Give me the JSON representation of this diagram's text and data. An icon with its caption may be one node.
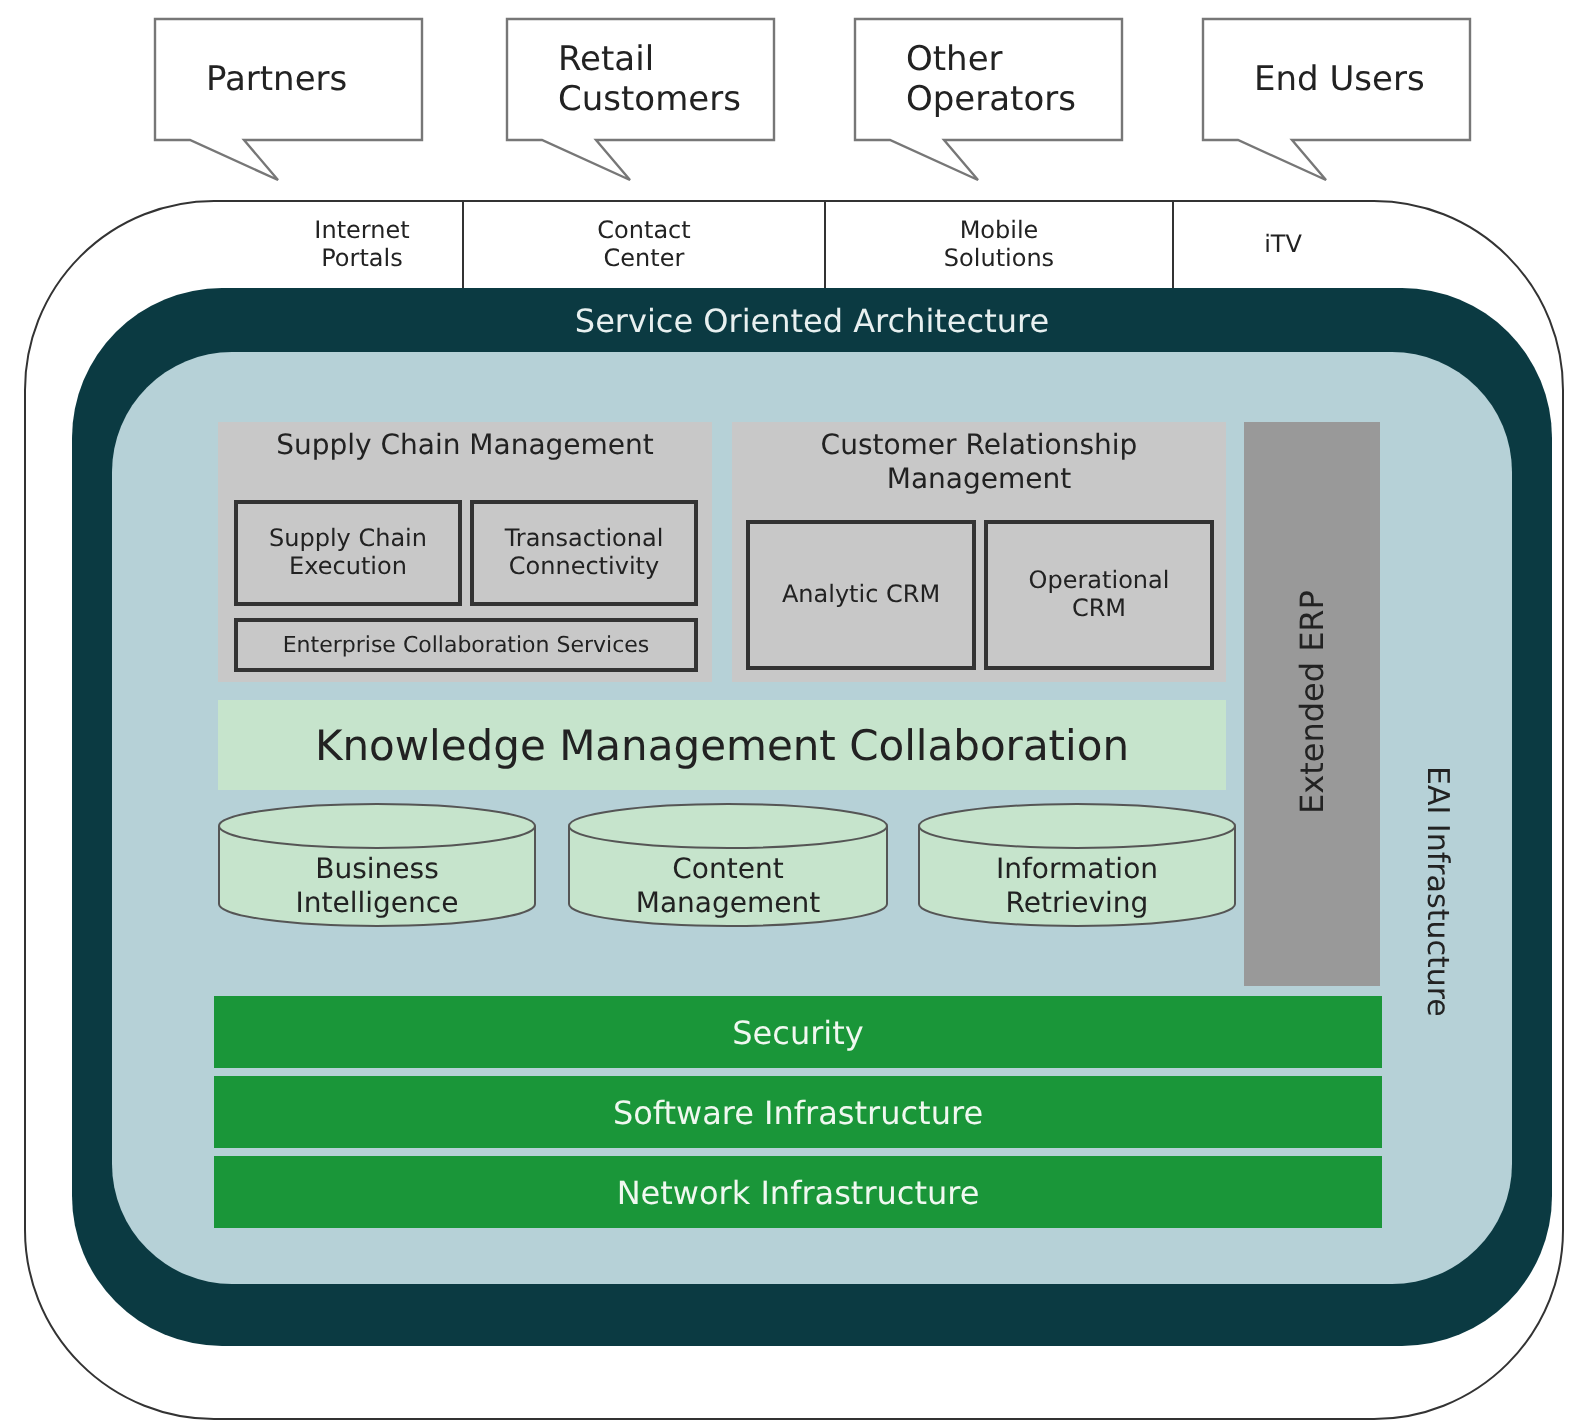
{
  "diagram": {
    "nodes": [
      {
        "text": [
          "Partners"
        ]
      },
      {
        "text": [
          "Retail Customers"
        ]
      },
      {
        "text": [
          "Other Operators"
        ]
      },
      {
        "text": [
          "End Users"
        ]
      },
      {
        "text": [],
        "shape": "box"
      },
      {
        "text": [
          "Internet Portals"
        ],
        "in": 4
      },
      {
        "text": [
          "Contact Center"
        ],
        "in": 4
      },
      {
        "text": [
          "Mobile Solutions"
        ],
        "in": 4
      },
      {
        "text": [
          "iTV"
        ],
        "in": 4
      },
      {
        "text": [
          "Service Oriented Architecture"
        ],
        "in": 4
      },
      {
        "text": [
          "EAI Infrastucture"
        ],
        "in": 9
      },
      {
        "text": [
          "Supply Chain Management"
        ],
        "in": 10
      },
      {
        "text": [
          "Supply Chain Execution"
        ],
        "in": 11
      },
      {
        "text": [
          "Transactional Connectivity"
        ],
        "in": 11
      },
      {
        "text": [
          "Enterprise Collaboration Services"
        ],
        "in": 11
      },
      {
        "text": [
          "Customer Relationship Management"
        ],
        "in": 10
      },
      {
        "text": [
          "Analytic CRM"
        ],
        "in": 15
      },
      {
        "text": [
          "Operational CRM"
        ],
        "in": 15
      },
      {
        "text": [
          "Extended ERP"
        ],
        "in": 10
      },
      {
        "text": [
          "Knowledge Management Collaboration"
        ],
        "in": 10
      },
      {
        "text": [
          "Business Intelligence"
        ],
        "in": 10
      },
      {
        "text": [
          "Content Management"
        ],
        "in": 10
      },
      {
        "text": [
          "Information Retrieving"
        ],
        "in": 10
      },
      {
        "text": [
          "Security"
        ],
        "in": 10
      },
      {
        "text": [
          "Software Infrastructure"
        ],
        "in": 10
      },
      {
        "text": [
          "Network Infrastructure"
        ],
        "in": 10
      }
    ]
  }
}
